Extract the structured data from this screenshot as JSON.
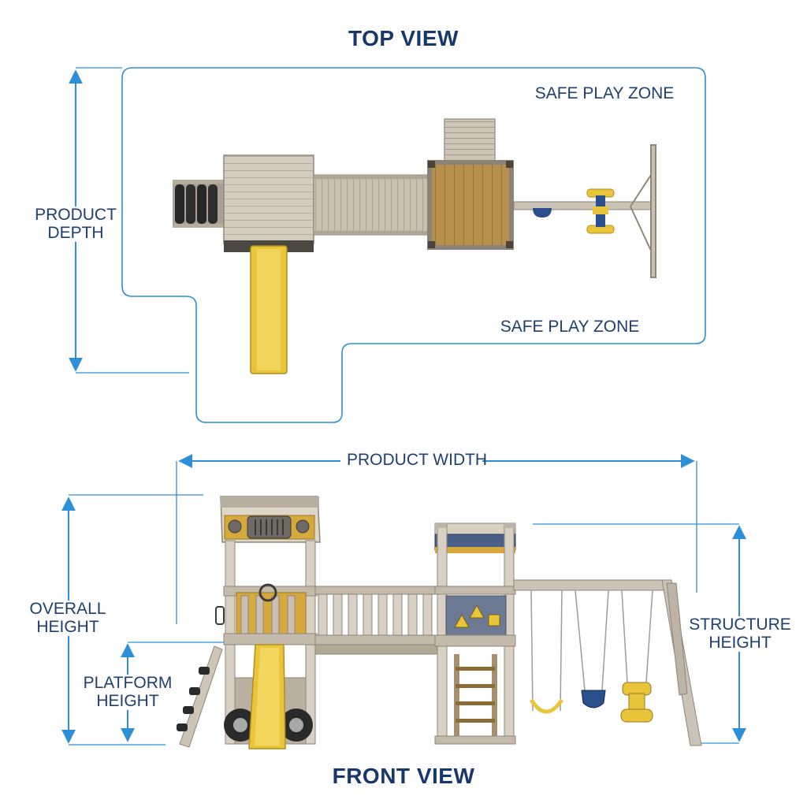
{
  "top_view": {
    "title": "TOP VIEW",
    "product_depth_label": [
      "PRODUCT",
      "DEPTH"
    ],
    "safe_zone_top": "SAFE PLAY ZONE",
    "safe_zone_bottom": "SAFE PLAY ZONE"
  },
  "front_view": {
    "title": "FRONT VIEW",
    "product_width": "PRODUCT WIDTH",
    "overall_height": [
      "OVERALL",
      "HEIGHT"
    ],
    "platform_height": [
      "PLATFORM",
      "HEIGHT"
    ],
    "structure_height": [
      "STRUCTURE",
      "HEIGHT"
    ]
  },
  "colors": {
    "dimension_line": "#2d8fd5",
    "label_text": "#1f3f6e",
    "wood_gray": "#c8bfb0",
    "wood_brown": "#b08a4a",
    "slide_yellow": "#e8c53a",
    "swing_blue": "#2b4e8c",
    "accent_mustard": "#d4a73a"
  },
  "icons": [
    "arrow-up-icon",
    "arrow-down-icon",
    "arrow-left-icon",
    "arrow-right-icon"
  ]
}
